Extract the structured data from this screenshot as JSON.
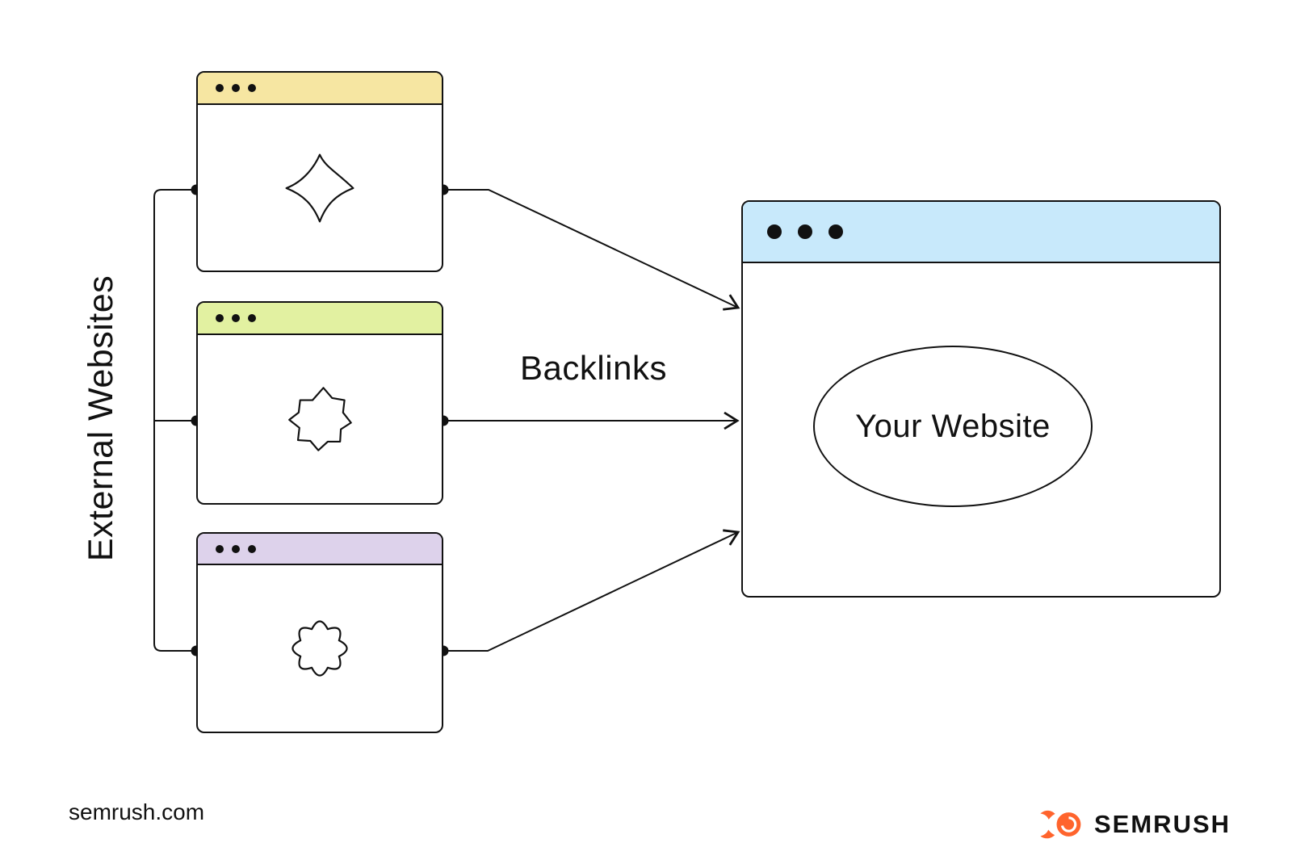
{
  "labels": {
    "external_websites": "External Websites",
    "backlinks": "Backlinks",
    "your_website": "Your Website"
  },
  "windows": {
    "external": [
      {
        "name": "external-website-1",
        "header_color": "#F6E6A2",
        "icon": "diamond-blob-icon"
      },
      {
        "name": "external-website-2",
        "header_color": "#E2F1A1",
        "icon": "star-blob-icon"
      },
      {
        "name": "external-website-3",
        "header_color": "#DDD2EB",
        "icon": "flower-blob-icon"
      }
    ],
    "main": {
      "name": "your-website-window",
      "header_color": "#C8E9FB",
      "label": "Your Website"
    }
  },
  "connections": {
    "arrow_count": 3,
    "arrow_style": "open-head",
    "label": "Backlinks"
  },
  "footer": {
    "site": "semrush.com",
    "brand": "SEMRUSH",
    "brand_color": "#FF642D"
  },
  "colors": {
    "line": "#111111",
    "background": "#FFFFFF"
  }
}
